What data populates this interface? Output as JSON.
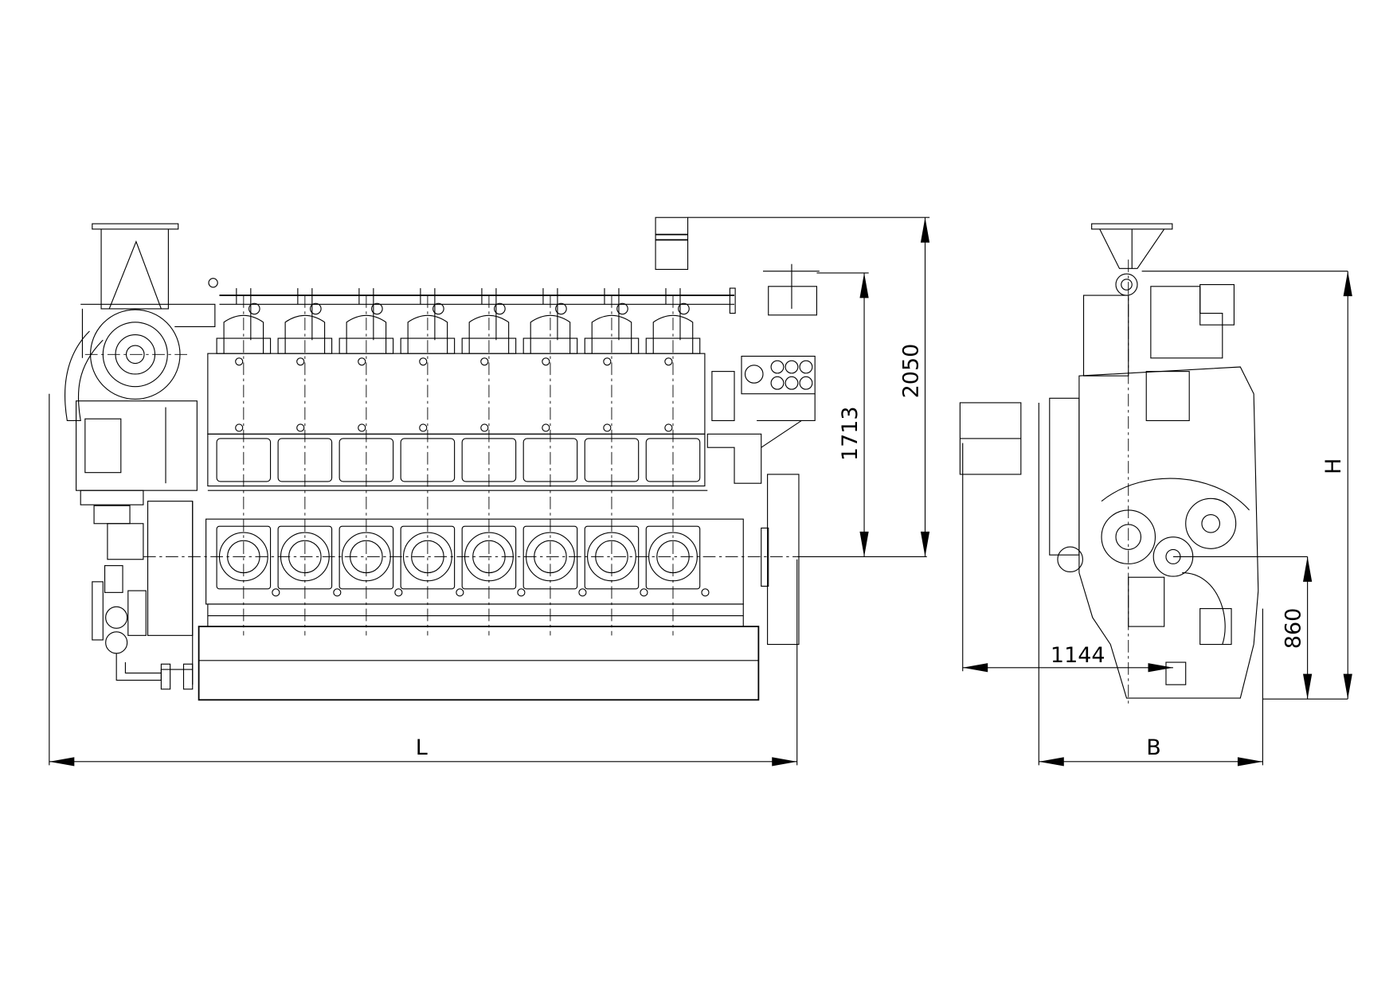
{
  "drawing": {
    "title": "Marine diesel engine outline drawing",
    "colors": {
      "line": "#000000",
      "background": "#ffffff"
    },
    "cylinders": 8,
    "dimensions": {
      "overall_length": "L",
      "overall_width": "B",
      "overall_height": "H",
      "height_to_top_2050": "2050",
      "height_to_top_1713": "1713",
      "crank_center_height": "860",
      "crank_offset": "1144"
    }
  }
}
